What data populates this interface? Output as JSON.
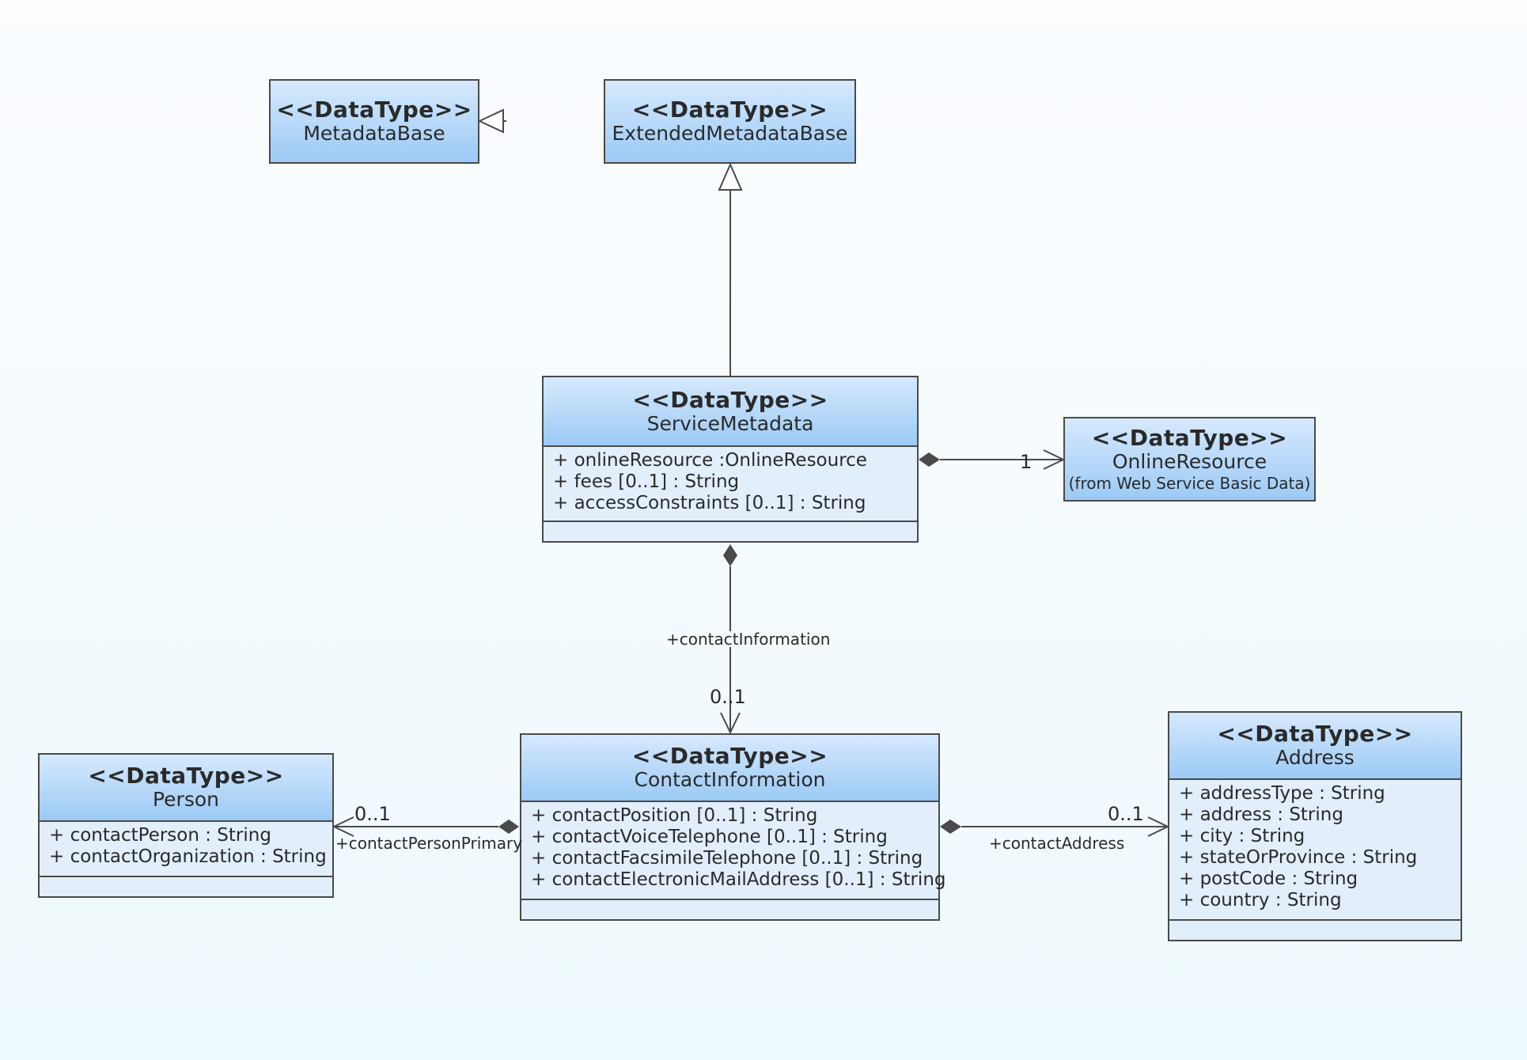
{
  "classes": {
    "metadata_base": {
      "stereotype": "<<DataType>>",
      "name": "MetadataBase"
    },
    "extended_metadata_base": {
      "stereotype": "<<DataType>>",
      "name": "ExtendedMetadataBase"
    },
    "service_metadata": {
      "stereotype": "<<DataType>>",
      "name": "ServiceMetadata",
      "attributes": [
        "+ onlineResource :OnlineResource",
        "+ fees [0..1] : String",
        "+ accessConstraints [0..1] : String"
      ]
    },
    "online_resource": {
      "stereotype": "<<DataType>>",
      "name": "OnlineResource",
      "subtitle": "(from Web Service Basic Data)"
    },
    "person": {
      "stereotype": "<<DataType>>",
      "name": "Person",
      "attributes": [
        "+ contactPerson : String",
        "+ contactOrganization : String"
      ]
    },
    "contact_information": {
      "stereotype": "<<DataType>>",
      "name": "ContactInformation",
      "attributes": [
        "+ contactPosition [0..1] : String",
        "+ contactVoiceTelephone [0..1] : String",
        "+ contactFacsimileTelephone [0..1] : String",
        "+ contactElectronicMailAddress [0..1] : String"
      ]
    },
    "address": {
      "stereotype": "<<DataType>>",
      "name": "Address",
      "attributes": [
        "+ addressType : String",
        "+ address : String",
        "+ city : String",
        "+ stateOrProvince : String",
        "+ postCode : String",
        "+ country : String"
      ]
    }
  },
  "associations": {
    "online_resource_multiplicity": "1",
    "contact_information_role": "+contactInformation",
    "contact_information_multiplicity": "0..1",
    "person_role": "+contactPersonPrimary",
    "person_multiplicity": "0..1",
    "address_role": "+contactAddress",
    "address_multiplicity": "0..1"
  },
  "colors": {
    "header_top": "#d6e9fd",
    "header_bottom": "#9bcaf5",
    "body_fill": "#e2effb",
    "border": "#4a4a4a",
    "connector": "#4a4a4a"
  }
}
